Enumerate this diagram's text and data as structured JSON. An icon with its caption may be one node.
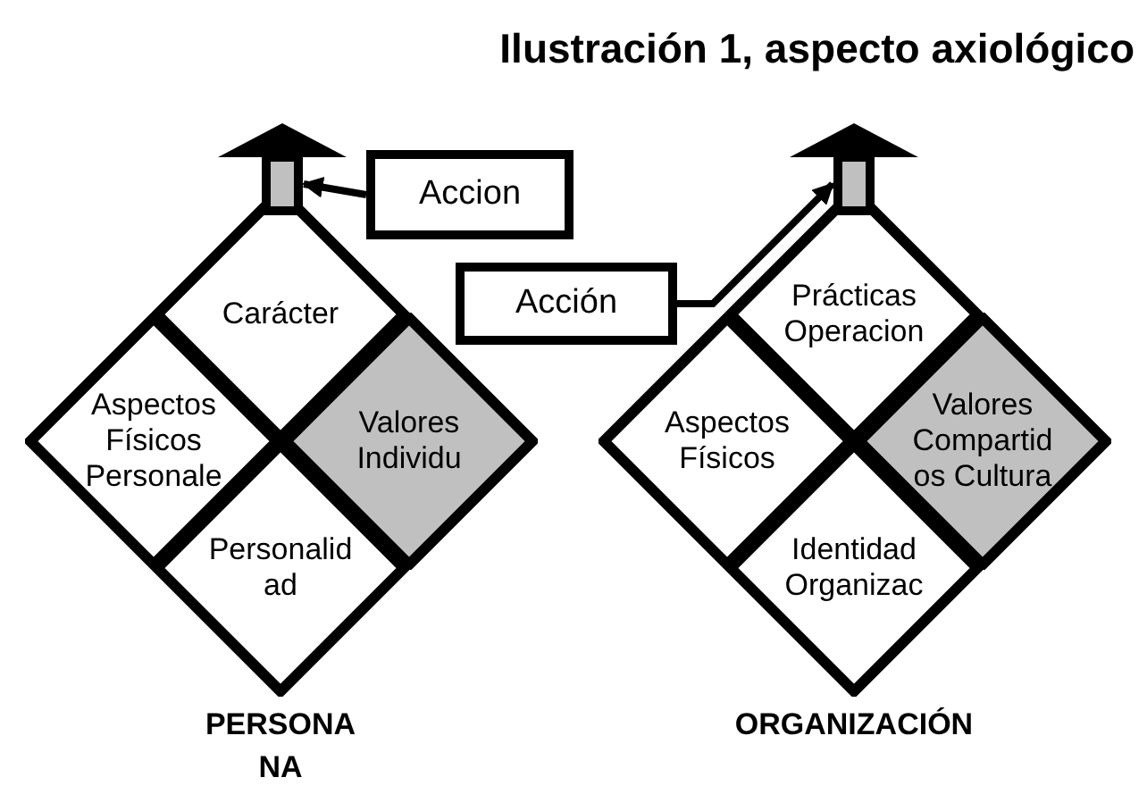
{
  "diagram": {
    "title": "Ilustración 1,  aspecto axiológico",
    "nodes": [
      {
        "text": [],
        "shape": "arrow"
      },
      {
        "text": [
          "Accion"
        ]
      },
      {
        "text": [],
        "shape": "arrow"
      },
      {
        "text": [
          "Acción"
        ]
      },
      {
        "text": [
          "Carácter"
        ]
      },
      {
        "text": [
          "Prácticas Operacion"
        ]
      },
      {
        "text": [
          "Aspectos Físicos Personale"
        ]
      },
      {
        "text": [
          "Valores Individu"
        ]
      },
      {
        "text": [
          "Aspectos Físicos"
        ]
      },
      {
        "text": [
          "Valores Compartidos Cultura"
        ]
      },
      {
        "text": [
          "Personalidad"
        ]
      },
      {
        "text": [
          "Identidad Organizac"
        ]
      }
    ],
    "edges": [
      {
        "from": 1,
        "to": 0,
        "arrow": "to"
      },
      {
        "from": 3,
        "to": 2,
        "arrow": "to"
      }
    ],
    "labels": [
      "PERSONANA",
      "ORGANIZACIÓN"
    ]
  }
}
